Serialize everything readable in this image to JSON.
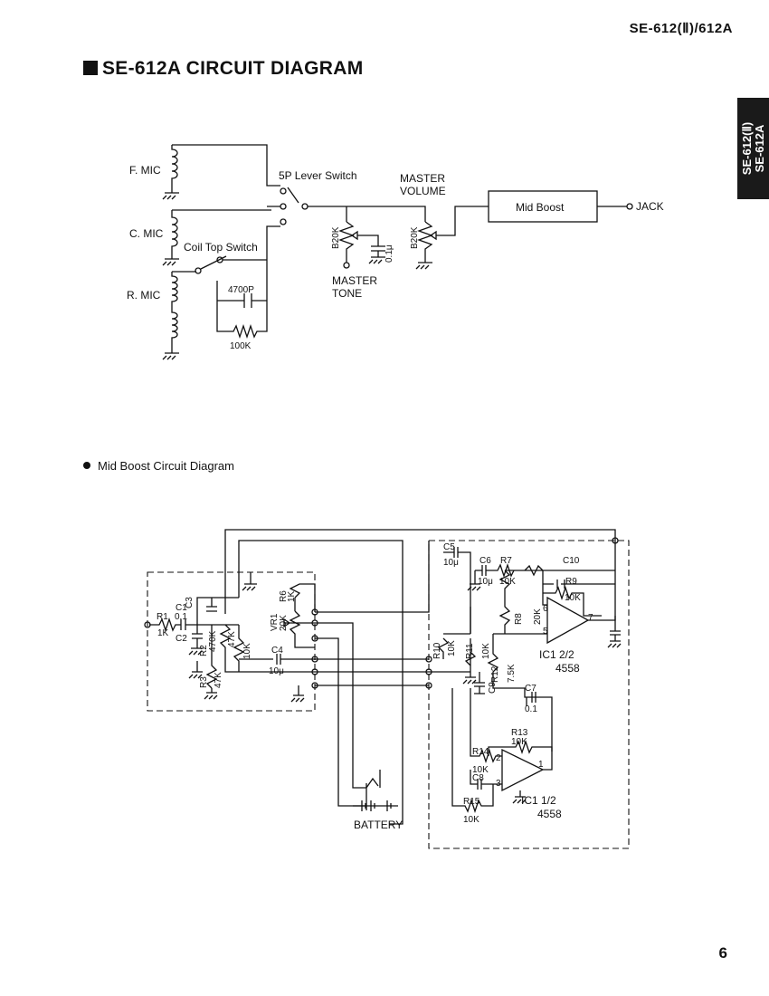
{
  "header": {
    "model": "SE-612(Ⅱ)/612A"
  },
  "title": "SE-612A CIRCUIT DIAGRAM",
  "side_tab": {
    "line1": "SE-612(Ⅱ)",
    "line2": "SE-612A"
  },
  "main_diagram": {
    "f_mic": "F. MIC",
    "c_mic": "C. MIC",
    "r_mic": "R. MIC",
    "lever_switch": "5P Lever Switch",
    "coil_tap_switch": "Coil Top Switch",
    "cap_4700p": "4700P",
    "res_100k": "100K",
    "master_tone_pot": "B20K",
    "tone_cap": "0.1μ",
    "master_tone_line1": "MASTER",
    "master_tone_line2": "TONE",
    "master_volume_line1": "MASTER",
    "master_volume_line2": "VOLUME",
    "master_volume_pot": "B20K",
    "mid_boost": "Mid Boost",
    "jack": "JACK"
  },
  "mid_boost_title": "Mid Boost Circuit Diagram",
  "mid_boost_diagram": {
    "r1": "R1",
    "r1_val": "1K",
    "c1": "C1",
    "c1_val": "0.1",
    "c2": "C2",
    "c3": "C3",
    "r2": "R2",
    "r2_val": "470K",
    "r3": "R3",
    "r3_val": "47K",
    "r4_val": "47K",
    "r5_val": "10K",
    "vr1": "VR1",
    "vr1_val": "20K",
    "r6": "R6",
    "r6_val": "1K",
    "c4": "C4",
    "c4_val": "10μ",
    "c5": "C5",
    "c5_val": "10μ",
    "c6": "C6",
    "c6_val": "10μ",
    "r7": "R7",
    "r7_val": "10K",
    "c10": "C10",
    "r9": "R9",
    "r9_val": "10K",
    "r8": "R8",
    "r8_val": "20K",
    "r10": "R10",
    "r10_val": "10K",
    "r11": "R11",
    "r11_val": "10K",
    "r12": "R12",
    "r12_val": "7.5K",
    "c9": "C9",
    "c7": "C7",
    "c7_val": "0.1",
    "r13": "R13",
    "r13_val": "10K",
    "r14": "R14",
    "r14_val": "10K",
    "c8": "C8",
    "r15": "R15",
    "r15_val": "10K",
    "ic_upper": "IC1  2/2",
    "ic_upper_part": "4558",
    "ic_lower": "IC1  1/2",
    "ic_lower_part": "4558",
    "pin6": "6",
    "pin5": "5",
    "pin7": "7",
    "pin2": "2",
    "pin3": "3",
    "pin1": "1",
    "battery": "BATTERY"
  },
  "page_number": "6"
}
